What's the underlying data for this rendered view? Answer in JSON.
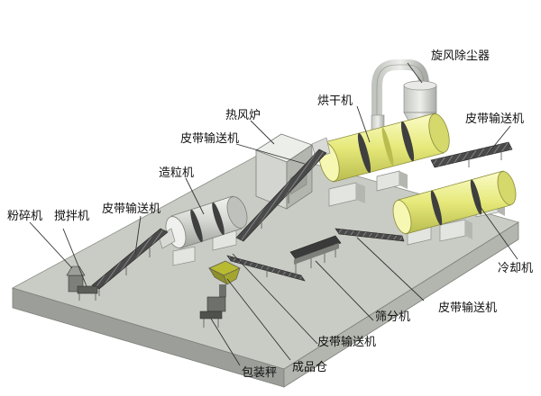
{
  "diagram": {
    "labels": {
      "crusher": "粉碎机",
      "mixer": "搅拌机",
      "belt_conveyor_mixer": "皮带输送机",
      "granulator": "造粒机",
      "hot_air_stove": "热风炉",
      "belt_conveyor_stove": "皮带输送机",
      "dryer": "烘干机",
      "cyclone_dust_collector": "旋风除尘器",
      "belt_conveyor_right": "皮带输送机",
      "cooler": "冷却机",
      "belt_conveyor_screen": "皮带输送机",
      "screening_machine": "筛分机",
      "belt_conveyor_bottom": "皮带输送机",
      "product_bin": "成品仓",
      "packing_scale": "包装秤"
    },
    "colors": {
      "platform_top": "#c9ccc4",
      "platform_front": "#9c9f99",
      "platform_right": "#b3b6ae",
      "drum_yellow": "#eef08c",
      "drum_gray": "#d8dad5",
      "belt_dark": "#3a3a3a",
      "label_text": "#111111"
    }
  }
}
